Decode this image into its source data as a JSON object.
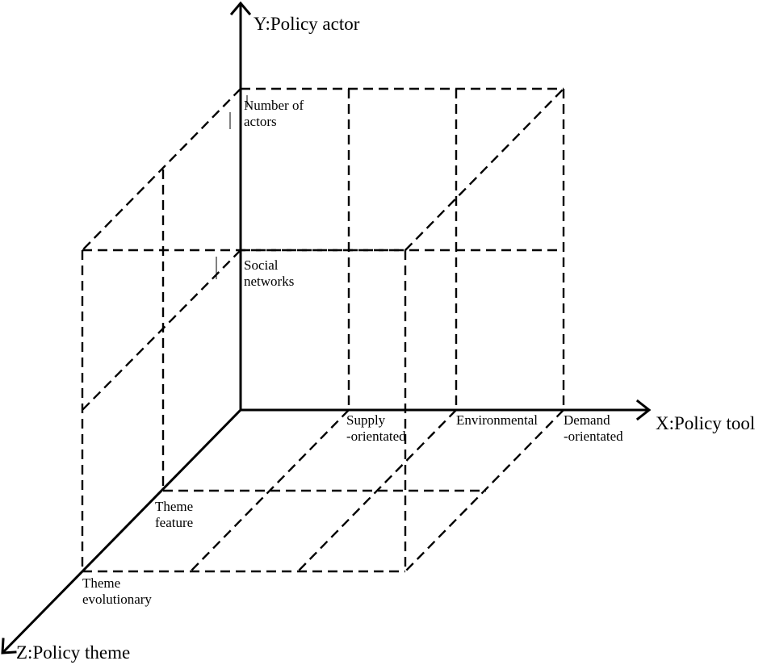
{
  "axes": {
    "y": "Y:Policy actor",
    "x": "X:Policy tool",
    "z": "Z:Policy theme"
  },
  "y_categories": [
    [
      "Number of",
      "actors"
    ],
    [
      "Social",
      "networks"
    ]
  ],
  "x_categories": [
    [
      "Supply",
      "-orientated"
    ],
    [
      "Environmental"
    ],
    [
      "Demand",
      "-orientated"
    ]
  ],
  "z_categories": [
    [
      "Theme",
      "feature"
    ],
    [
      "Theme",
      "evolutionary"
    ]
  ]
}
